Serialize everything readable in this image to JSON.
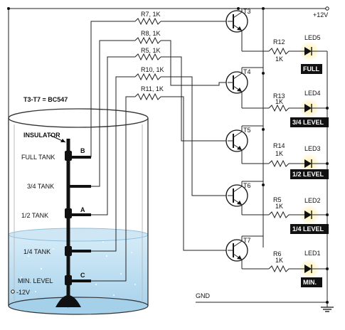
{
  "supply": {
    "positive": "+12V",
    "negative": "-12V",
    "ground": "GND"
  },
  "note": "T3-T7 = BC547",
  "tank": {
    "insulator_label": "INSULATOR",
    "level_labels": [
      "FULL TANK",
      "3/4 TANK",
      "1/2 TANK",
      "1/4 TANK",
      "MIN. LEVEL"
    ],
    "probe_letters": [
      "B",
      "A",
      "C"
    ],
    "water_color": "#bfe0f2"
  },
  "base_resistors": [
    {
      "name": "R7, 1K"
    },
    {
      "name": "R8, 1K"
    },
    {
      "name": "R5, 1K"
    },
    {
      "name": "R10, 1K"
    },
    {
      "name": "R11, 1K"
    }
  ],
  "transistors": [
    "T3",
    "T4",
    "T5",
    "T6",
    "T7"
  ],
  "led_stages": [
    {
      "resistor": "R12",
      "value": "1K",
      "led": "LED5",
      "badge": "FULL"
    },
    {
      "resistor": "R13",
      "value": "1K",
      "led": "LED4",
      "badge": "3/4 LEVEL"
    },
    {
      "resistor": "R14",
      "value": "1K",
      "led": "LED3",
      "badge": "1/2 LEVEL"
    },
    {
      "resistor": "R5",
      "value": "1K",
      "led": "LED2",
      "badge": "1/4 LEVEL"
    },
    {
      "resistor": "R6",
      "value": "1K",
      "led": "LED1",
      "badge": "MIN."
    }
  ],
  "colors": {
    "led_glow": "#ffe680",
    "badge": "#111111"
  }
}
